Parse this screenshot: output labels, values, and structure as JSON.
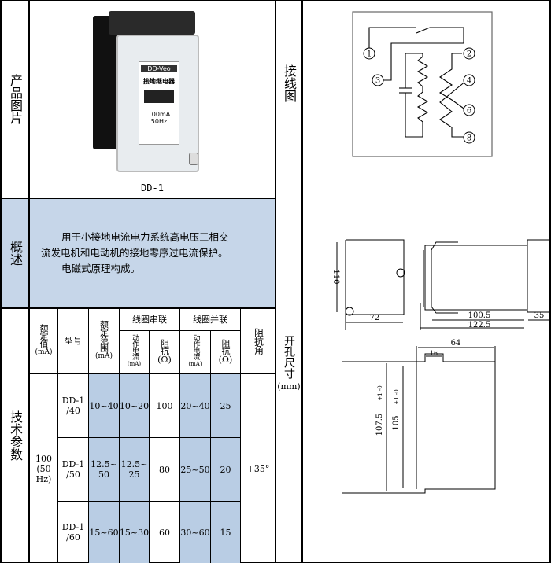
{
  "photo": {
    "label": "产品图片",
    "caption": "DD-1",
    "device_brand": "DD-Veo",
    "device_name": "接地继电器",
    "device_spec": "100mA 50Hz"
  },
  "wiring": {
    "label": "接线图",
    "terminals": [
      "1",
      "3",
      "2",
      "4",
      "6",
      "8"
    ]
  },
  "overview": {
    "label": "概述",
    "lines": [
      "用于小接地电流电力系统高电压三相交",
      "流发电机和电动机的接地零序过电流保护。",
      "电磁式原理构成。"
    ]
  },
  "tech": {
    "label": "技术参数",
    "headers": {
      "rated": "额定值",
      "rated_unit": "(mA)",
      "model": "型号",
      "range": "额定范围",
      "range_unit": "(mA)",
      "series": "线圈串联",
      "parallel": "线圈并联",
      "op_current": "动作电流",
      "op_current_unit": "(mA)",
      "impedance": "阻抗",
      "impedance_unit": "(Ω)",
      "angle": "阻抗角"
    },
    "rated_value": [
      "100",
      "(50",
      "Hz)"
    ],
    "angle_value": "+35°",
    "rows": [
      {
        "model": [
          "DD-1",
          "/40"
        ],
        "range": [
          "10~40"
        ],
        "series_current": [
          "10~20"
        ],
        "series_imp": "100",
        "parallel_current": "20~40",
        "parallel_imp": "25"
      },
      {
        "model": [
          "DD-1",
          "/50"
        ],
        "range": [
          "12.5~",
          "50"
        ],
        "series_current": [
          "12.5~",
          "25"
        ],
        "series_imp": "80",
        "parallel_current": "25~50",
        "parallel_imp": "20"
      },
      {
        "model": [
          "DD-1",
          "/60"
        ],
        "range": [
          "15~60"
        ],
        "series_current": [
          "15~30"
        ],
        "series_imp": "60",
        "parallel_current": "30~60",
        "parallel_imp": "15"
      }
    ]
  },
  "dimensions": {
    "label": "开孔尺寸",
    "unit": "(mm)",
    "front_height": "110",
    "front_width": "72",
    "side_depth": "100.5",
    "side_total": "122.5",
    "front_depth": "35",
    "cutout_width": "64",
    "cutout_notch": "16",
    "cutout_h1": "107.5",
    "cutout_h1_tol": "+1 -0",
    "cutout_h2": "105",
    "cutout_h2_tol": "+1 -0"
  }
}
